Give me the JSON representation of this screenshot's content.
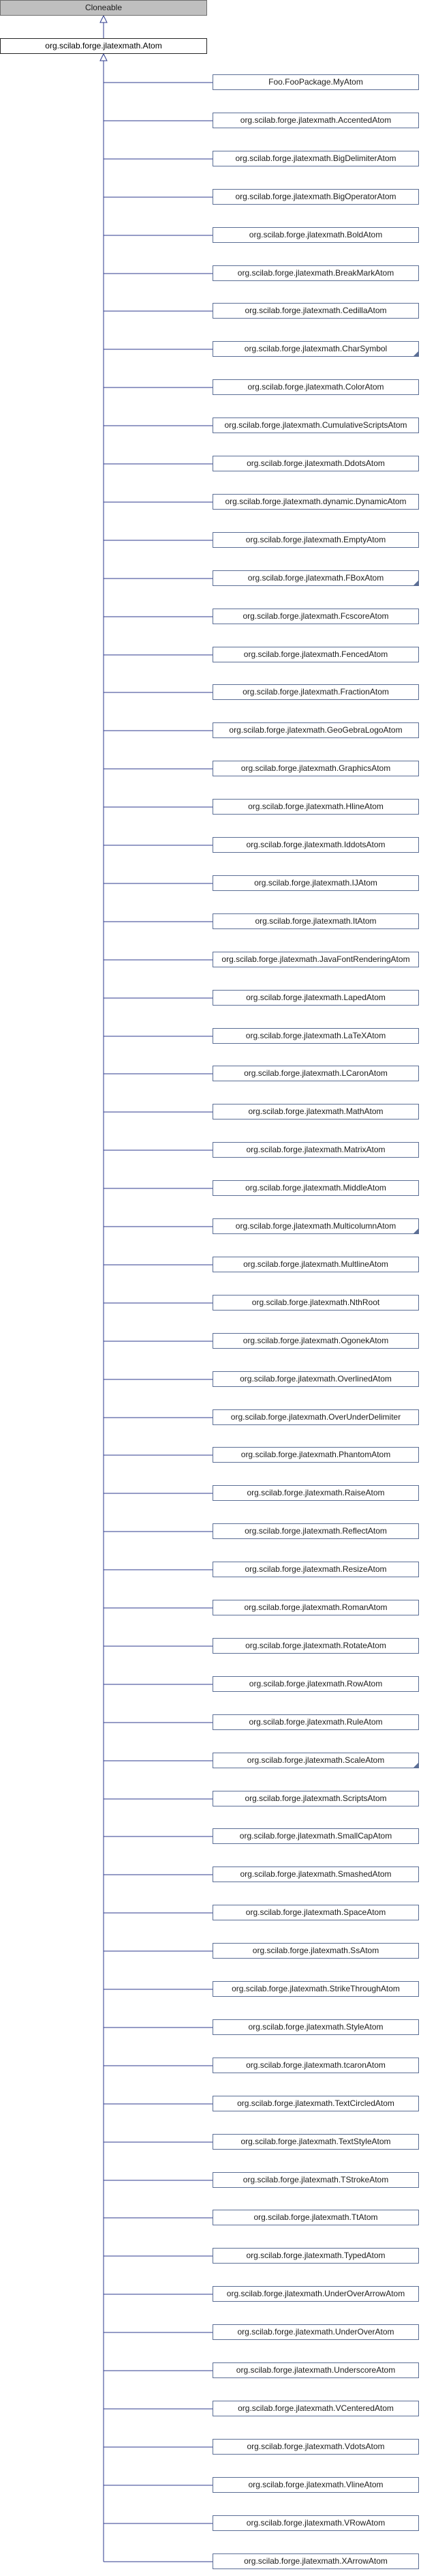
{
  "diagram": {
    "root": "Cloneable",
    "base": "org.scilab.forge.jlatexmath.Atom",
    "children": [
      {
        "label": "Foo.FooPackage.MyAtom",
        "folded": false
      },
      {
        "label": "org.scilab.forge.jlatexmath.AccentedAtom",
        "folded": false
      },
      {
        "label": "org.scilab.forge.jlatexmath.BigDelimiterAtom",
        "folded": false
      },
      {
        "label": "org.scilab.forge.jlatexmath.BigOperatorAtom",
        "folded": false
      },
      {
        "label": "org.scilab.forge.jlatexmath.BoldAtom",
        "folded": false
      },
      {
        "label": "org.scilab.forge.jlatexmath.BreakMarkAtom",
        "folded": false
      },
      {
        "label": "org.scilab.forge.jlatexmath.CedillaAtom",
        "folded": false
      },
      {
        "label": "org.scilab.forge.jlatexmath.CharSymbol",
        "folded": true
      },
      {
        "label": "org.scilab.forge.jlatexmath.ColorAtom",
        "folded": false
      },
      {
        "label": "org.scilab.forge.jlatexmath.CumulativeScriptsAtom",
        "folded": false
      },
      {
        "label": "org.scilab.forge.jlatexmath.DdotsAtom",
        "folded": false
      },
      {
        "label": "org.scilab.forge.jlatexmath.dynamic.DynamicAtom",
        "folded": false
      },
      {
        "label": "org.scilab.forge.jlatexmath.EmptyAtom",
        "folded": false
      },
      {
        "label": "org.scilab.forge.jlatexmath.FBoxAtom",
        "folded": true
      },
      {
        "label": "org.scilab.forge.jlatexmath.FcscoreAtom",
        "folded": false
      },
      {
        "label": "org.scilab.forge.jlatexmath.FencedAtom",
        "folded": false
      },
      {
        "label": "org.scilab.forge.jlatexmath.FractionAtom",
        "folded": false
      },
      {
        "label": "org.scilab.forge.jlatexmath.GeoGebraLogoAtom",
        "folded": false
      },
      {
        "label": "org.scilab.forge.jlatexmath.GraphicsAtom",
        "folded": false
      },
      {
        "label": "org.scilab.forge.jlatexmath.HlineAtom",
        "folded": false
      },
      {
        "label": "org.scilab.forge.jlatexmath.IddotsAtom",
        "folded": false
      },
      {
        "label": "org.scilab.forge.jlatexmath.IJAtom",
        "folded": false
      },
      {
        "label": "org.scilab.forge.jlatexmath.ItAtom",
        "folded": false
      },
      {
        "label": "org.scilab.forge.jlatexmath.JavaFontRenderingAtom",
        "folded": false
      },
      {
        "label": "org.scilab.forge.jlatexmath.LapedAtom",
        "folded": false
      },
      {
        "label": "org.scilab.forge.jlatexmath.LaTeXAtom",
        "folded": false
      },
      {
        "label": "org.scilab.forge.jlatexmath.LCaronAtom",
        "folded": false
      },
      {
        "label": "org.scilab.forge.jlatexmath.MathAtom",
        "folded": false
      },
      {
        "label": "org.scilab.forge.jlatexmath.MatrixAtom",
        "folded": false
      },
      {
        "label": "org.scilab.forge.jlatexmath.MiddleAtom",
        "folded": false
      },
      {
        "label": "org.scilab.forge.jlatexmath.MulticolumnAtom",
        "folded": true
      },
      {
        "label": "org.scilab.forge.jlatexmath.MultlineAtom",
        "folded": false
      },
      {
        "label": "org.scilab.forge.jlatexmath.NthRoot",
        "folded": false
      },
      {
        "label": "org.scilab.forge.jlatexmath.OgonekAtom",
        "folded": false
      },
      {
        "label": "org.scilab.forge.jlatexmath.OverlinedAtom",
        "folded": false
      },
      {
        "label": "org.scilab.forge.jlatexmath.OverUnderDelimiter",
        "folded": false
      },
      {
        "label": "org.scilab.forge.jlatexmath.PhantomAtom",
        "folded": false
      },
      {
        "label": "org.scilab.forge.jlatexmath.RaiseAtom",
        "folded": false
      },
      {
        "label": "org.scilab.forge.jlatexmath.ReflectAtom",
        "folded": false
      },
      {
        "label": "org.scilab.forge.jlatexmath.ResizeAtom",
        "folded": false
      },
      {
        "label": "org.scilab.forge.jlatexmath.RomanAtom",
        "folded": false
      },
      {
        "label": "org.scilab.forge.jlatexmath.RotateAtom",
        "folded": false
      },
      {
        "label": "org.scilab.forge.jlatexmath.RowAtom",
        "folded": false
      },
      {
        "label": "org.scilab.forge.jlatexmath.RuleAtom",
        "folded": false
      },
      {
        "label": "org.scilab.forge.jlatexmath.ScaleAtom",
        "folded": true
      },
      {
        "label": "org.scilab.forge.jlatexmath.ScriptsAtom",
        "folded": false
      },
      {
        "label": "org.scilab.forge.jlatexmath.SmallCapAtom",
        "folded": false
      },
      {
        "label": "org.scilab.forge.jlatexmath.SmashedAtom",
        "folded": false
      },
      {
        "label": "org.scilab.forge.jlatexmath.SpaceAtom",
        "folded": false
      },
      {
        "label": "org.scilab.forge.jlatexmath.SsAtom",
        "folded": false
      },
      {
        "label": "org.scilab.forge.jlatexmath.StrikeThroughAtom",
        "folded": false
      },
      {
        "label": "org.scilab.forge.jlatexmath.StyleAtom",
        "folded": false
      },
      {
        "label": "org.scilab.forge.jlatexmath.tcaronAtom",
        "folded": false
      },
      {
        "label": "org.scilab.forge.jlatexmath.TextCircledAtom",
        "folded": false
      },
      {
        "label": "org.scilab.forge.jlatexmath.TextStyleAtom",
        "folded": false
      },
      {
        "label": "org.scilab.forge.jlatexmath.TStrokeAtom",
        "folded": false
      },
      {
        "label": "org.scilab.forge.jlatexmath.TtAtom",
        "folded": false
      },
      {
        "label": "org.scilab.forge.jlatexmath.TypedAtom",
        "folded": false
      },
      {
        "label": "org.scilab.forge.jlatexmath.UnderOverArrowAtom",
        "folded": false
      },
      {
        "label": "org.scilab.forge.jlatexmath.UnderOverAtom",
        "folded": false
      },
      {
        "label": "org.scilab.forge.jlatexmath.UnderscoreAtom",
        "folded": false
      },
      {
        "label": "org.scilab.forge.jlatexmath.VCenteredAtom",
        "folded": false
      },
      {
        "label": "org.scilab.forge.jlatexmath.VdotsAtom",
        "folded": false
      },
      {
        "label": "org.scilab.forge.jlatexmath.VlineAtom",
        "folded": false
      },
      {
        "label": "org.scilab.forge.jlatexmath.VRowAtom",
        "folded": false
      },
      {
        "label": "org.scilab.forge.jlatexmath.XArrowAtom",
        "folded": false
      }
    ],
    "colors": {
      "edge": "#2c3a8c",
      "node_border": "#5b6e95",
      "root_fill": "#bfbfbf"
    }
  }
}
